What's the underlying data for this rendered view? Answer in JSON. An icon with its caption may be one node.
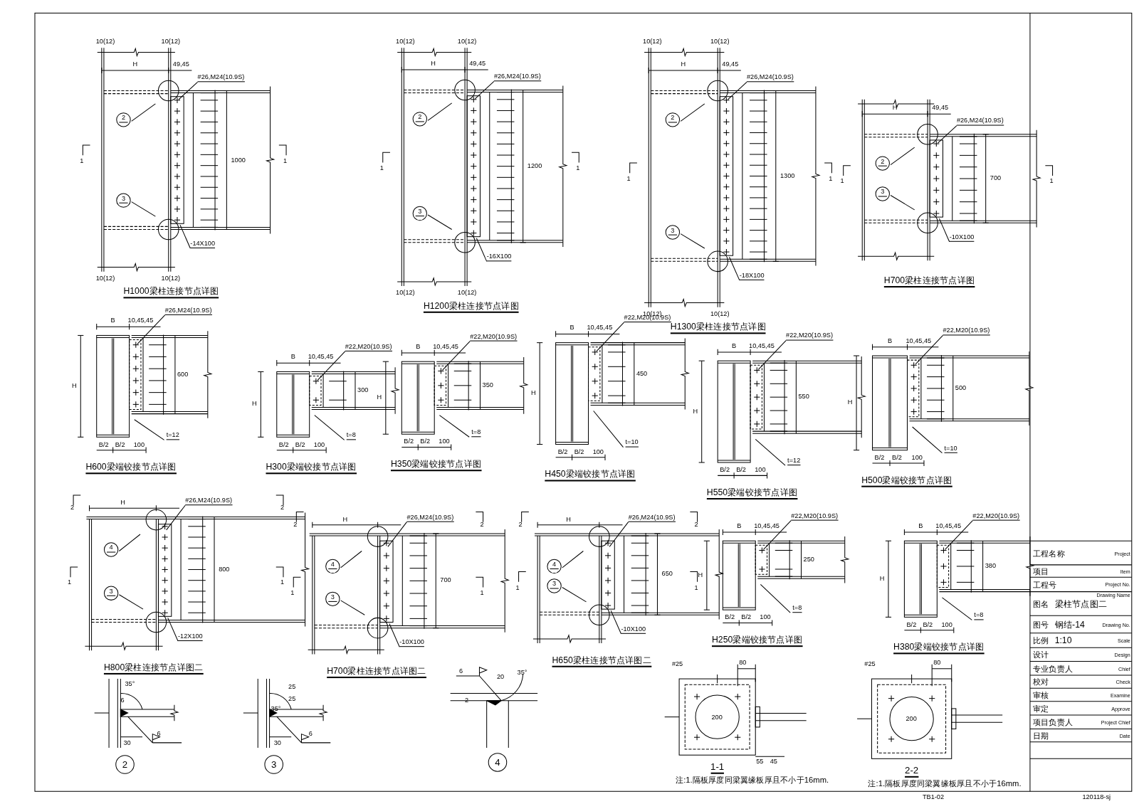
{
  "diagram": {
    "nodes": [
      {
        "text": [
          "2"
        ]
      },
      {
        "text": [
          "3"
        ]
      },
      {
        "text": [
          "2"
        ]
      },
      {
        "text": [
          "3"
        ]
      },
      {
        "text": [
          "2"
        ]
      },
      {
        "text": [
          "3"
        ]
      },
      {
        "text": [
          "2"
        ]
      },
      {
        "text": [
          "3"
        ]
      },
      {
        "text": [
          "t=12"
        ]
      },
      {
        "text": [
          "t=8"
        ]
      },
      {
        "text": [
          "t=8"
        ]
      },
      {
        "text": [
          "t=10"
        ]
      },
      {
        "text": [
          "t=12"
        ]
      },
      {
        "text": [
          "t=10"
        ]
      },
      {
        "text": [
          "4"
        ]
      },
      {
        "text": [
          "3"
        ]
      },
      {
        "text": [
          "4"
        ]
      },
      {
        "text": [
          "3"
        ]
      },
      {
        "text": [
          "4"
        ]
      },
      {
        "text": [
          "3"
        ]
      },
      {
        "text": [
          "t=8"
        ]
      },
      {
        "text": [
          "t=8"
        ]
      }
    ],
    "edges": [
      {
        "from": 0,
        "to": null,
        "arrow": "none"
      },
      {
        "from": 1,
        "to": null,
        "arrow": "none"
      },
      {
        "from": 2,
        "to": null,
        "arrow": "none"
      },
      {
        "from": 3,
        "to": null,
        "arrow": "none"
      },
      {
        "from": 4,
        "to": null,
        "arrow": "none"
      },
      {
        "from": 5,
        "to": null,
        "arrow": "none"
      },
      {
        "from": 6,
        "to": null,
        "arrow": "none"
      },
      {
        "from": 7,
        "to": null,
        "arrow": "none"
      },
      {
        "from": 8,
        "to": null,
        "arrow": "none"
      },
      {
        "from": 9,
        "to": null,
        "arrow": "none"
      },
      {
        "from": 10,
        "to": null,
        "arrow": "none"
      },
      {
        "from": 11,
        "to": null,
        "arrow": "none"
      },
      {
        "from": 12,
        "to": null,
        "arrow": "none"
      },
      {
        "from": 13,
        "to": null,
        "arrow": "none"
      },
      {
        "from": 14,
        "to": null,
        "arrow": "none"
      },
      {
        "from": 15,
        "to": null,
        "arrow": "none"
      },
      {
        "from": 16,
        "to": null,
        "arrow": "none"
      },
      {
        "from": 17,
        "to": null,
        "arrow": "none"
      },
      {
        "from": 18,
        "to": null,
        "arrow": "none"
      },
      {
        "from": 19,
        "to": null,
        "arrow": "none"
      },
      {
        "from": 20,
        "to": null,
        "arrow": "none"
      },
      {
        "from": 21,
        "to": null,
        "arrow": "none"
      }
    ],
    "labels": [
      "10(12)",
      "10(12)",
      "H",
      "49,45",
      "#26,M24(10.9S)",
      "1",
      "1000",
      "1",
      "-14X100",
      "10(12)",
      "10(12)",
      "H1000梁柱连接节点详图",
      "10(12)",
      "10(12)",
      "H",
      "49,45",
      "#26,M24(10.9S)",
      "1",
      "1200",
      "1",
      "-16X100",
      "10(12)",
      "10(12)",
      "H1200梁柱连接节点详图",
      "10(12)",
      "10(12)",
      "H",
      "49,45",
      "#26,M24(10.9S)",
      "1",
      "1300",
      "1",
      "-18X100",
      "10(12)",
      "10(12)",
      "H1300梁柱连接节点详图",
      "H",
      "49,45",
      "#26,M24(10.9S)",
      "1",
      "700",
      "1",
      "-10X100",
      "H700梁柱连接节点详图",
      "B",
      "10,45,45",
      "#26,M24(10.9S)",
      "H",
      "600",
      "B/2",
      "B/2",
      "100",
      "H600梁端铰接节点详图",
      "B",
      "10,45,45",
      "#22,M20(10.9S)",
      "H",
      "300",
      "B/2",
      "B/2",
      "100",
      "H300梁端铰接节点详图",
      "B",
      "10,45,45",
      "#22,M20(10.9S)",
      "H",
      "350",
      "B/2",
      "B/2",
      "100",
      "H350梁端铰接节点详图",
      "B",
      "10,45,45",
      "#22,M20(10.9S)",
      "H",
      "450",
      "B/2",
      "B/2",
      "100",
      "H450梁端铰接节点详图",
      "B",
      "10,45,45",
      "#22,M20(10.9S)",
      "H",
      "550",
      "B/2",
      "B/2",
      "100",
      "H550梁端铰接节点详图",
      "B",
      "10,45,45",
      "#22,M20(10.9S)",
      "H",
      "500",
      "B/2",
      "B/2",
      "100",
      "H500梁端铰接节点详图",
      "2",
      "2",
      "H",
      "#26,M24(10.9S)",
      "1",
      "800",
      "1",
      "-12X100",
      "H800梁柱连接节点详图二",
      "2",
      "2",
      "H",
      "#26,M24(10.9S)",
      "1",
      "700",
      "1",
      "-10X100",
      "H700梁柱连接节点详图二",
      "2",
      "2",
      "H",
      "#26,M24(10.9S)",
      "1",
      "650",
      "1",
      "-10X100",
      "H650梁柱连接节点详图二",
      "B",
      "10,45,45",
      "#22,M20(10.9S)",
      "H",
      "250",
      "B/2",
      "B/2",
      "100",
      "H250梁端铰接节点详图",
      "B",
      "10,45,45",
      "#22,M20(10.9S)",
      "H",
      "380",
      "B/2",
      "B/2",
      "100",
      "H380梁端铰接节点详图",
      "35°",
      "6",
      "30",
      "6",
      "2",
      "25",
      "25",
      "35°",
      "30",
      "6",
      "3",
      "6",
      "20",
      "35°",
      "2",
      "4",
      "#25",
      "80",
      "200",
      "55",
      "45",
      "1-1",
      "注:1.隔板厚度同梁翼缘板厚且不小于16mm.",
      "#25",
      "80",
      "200",
      "2-2",
      "注:1.隔板厚度同梁翼缘板厚且不小于16mm.",
      "工程名称",
      "Project",
      "项目",
      "Item",
      "工程号",
      "Project No.",
      "图名",
      "梁柱节点图二",
      "Drawing Name",
      "图号",
      "钢结-14",
      "Drawing No.",
      "比例",
      "1:10",
      "Scale",
      "设计",
      "Design",
      "专业负责人",
      "Chief",
      "校对",
      "Check",
      "审核",
      "Examine",
      "审定",
      "Approve",
      "项目负责人",
      "Project Chief",
      "日期",
      "Date",
      "TB1-02",
      "120118-sj"
    ]
  }
}
